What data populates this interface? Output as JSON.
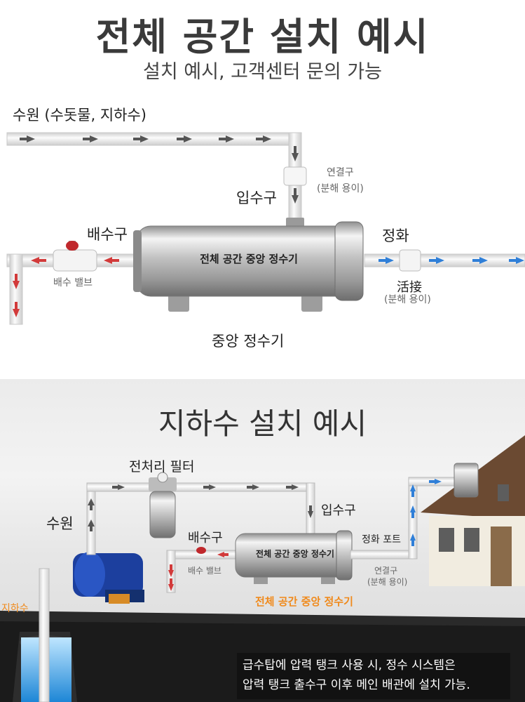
{
  "top": {
    "title": "전체 공간 설치 예시",
    "subtitle": "설치 예시, 고객센터 문의 가능",
    "water_source": "수원 (수돗물, 지하수)",
    "inlet": "입수구",
    "connector": "연결구",
    "connector_note": "(분해 용이)",
    "drain_outlet": "배수구",
    "drain_valve": "배수 밸브",
    "purified": "정화",
    "purified_connector": "活接",
    "purified_connector_note": "(분해 용이)",
    "device_label": "전체 공간 중앙 정수기",
    "device_caption": "중앙 정수기"
  },
  "bottom": {
    "title": "지하수 설치 예시",
    "prefilter": "전처리 필터",
    "source": "수원",
    "inlet": "입수구",
    "drain_outlet": "배수구",
    "drain_valve": "배수 밸브",
    "device_label": "전체 공간 중앙 정수기",
    "purified_port": "정화 포트",
    "connector": "연결구",
    "connector_note": "(분해 용이)",
    "groundwater": "지하수",
    "device_caption": "전체 공간 중앙 정수기",
    "note_line1": "급수탑에 압력 탱크 사용 시, 정수 시스템은",
    "note_line2": "압력 탱크 출수구 이후 메인 배관에 설치 가능."
  },
  "colors": {
    "arrow_dark": "#555555",
    "arrow_red": "#d23a3a",
    "arrow_blue": "#2f7fd8",
    "pipe": "#e8e8e8",
    "steel": "#c9c9c9",
    "valve_red": "#c0282c",
    "pump_blue": "#1c3f9e",
    "caption_orange": "#f08a1c"
  }
}
